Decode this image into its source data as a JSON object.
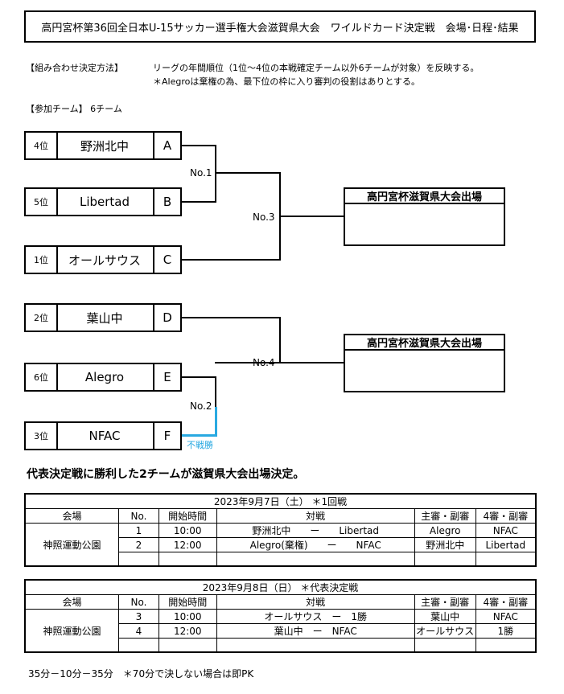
{
  "title": "高円宮杯第36回全日本U-15サッカー選手権大会滋賀県大会　ワイルドカード決定戦　会場･日程･結果",
  "method": {
    "label": "【組み合わせ決定方法】",
    "line1": "リーグの年間順位（1位～4位の本戦確定チーム以外6チームが対象）を反映する。",
    "line2": "＊Alegroは棄権の為、最下位の枠に入り審判の役割はありとする。"
  },
  "participants_label": "【参加チーム】 6チーム",
  "teams": [
    {
      "rank": "4位",
      "name": "野洲北中",
      "slot": "A"
    },
    {
      "rank": "5位",
      "name": "Libertad",
      "slot": "B"
    },
    {
      "rank": "1位",
      "name": "オールサウス",
      "slot": "C"
    },
    {
      "rank": "2位",
      "name": "葉山中",
      "slot": "D"
    },
    {
      "rank": "6位",
      "name": "Alegro",
      "slot": "E"
    },
    {
      "rank": "3位",
      "name": "NFAC",
      "slot": "F"
    }
  ],
  "matches": {
    "m1": "No.1",
    "m2": "No.2",
    "m3": "No.3",
    "m4": "No.4"
  },
  "forfeit_label": "不戦勝",
  "result_boxes": [
    {
      "header": "高円宮杯滋賀県大会出場"
    },
    {
      "header": "高円宮杯滋賀県大会出場"
    }
  ],
  "notice": "代表決定戦に勝利した2チームが滋賀県大会出場決定。",
  "columns": {
    "venue": "会場",
    "no": "No.",
    "start": "開始時間",
    "match": "対戦",
    "ref": "主審・副審",
    "ref4": "4審・副審"
  },
  "schedule1": {
    "date": "2023年9月7日（土）  ＊1回戦",
    "venue": "神照運動公園",
    "rows": [
      {
        "no": "1",
        "time": "10:00",
        "match": "野洲北中　　ー　　Libertad",
        "ref": "Alegro",
        "ref4": "NFAC"
      },
      {
        "no": "2",
        "time": "12:00",
        "match": "Alegro(棄権)　　ー　　NFAC",
        "ref": "野洲北中",
        "ref4": "Libertad"
      },
      {
        "no": "",
        "time": "",
        "match": "",
        "ref": "",
        "ref4": ""
      }
    ]
  },
  "schedule2": {
    "date": "2023年9月8日（日）  ＊代表決定戦",
    "venue": "神照運動公園",
    "rows": [
      {
        "no": "3",
        "time": "10:00",
        "match": "オールサウス　ー　1勝",
        "ref": "葉山中",
        "ref4": "NFAC"
      },
      {
        "no": "4",
        "time": "12:00",
        "match": "葉山中　ー　NFAC",
        "ref": "オールサウス",
        "ref4": "1勝"
      },
      {
        "no": "",
        "time": "",
        "match": "",
        "ref": "",
        "ref4": ""
      }
    ]
  },
  "footer": "35分－10分－35分　＊70分で決しない場合は即PK"
}
